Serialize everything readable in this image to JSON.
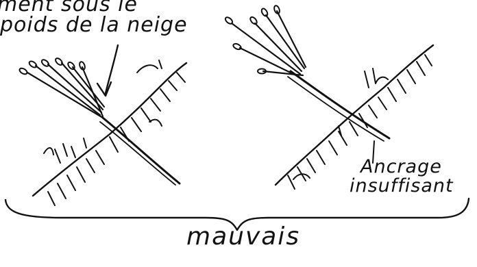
{
  "figure": {
    "left_caption_line1": "ment sous le",
    "left_caption_line2": "poids de la neige",
    "right_caption_line1": "Ancrage",
    "right_caption_line2": "insuffisant",
    "bottom_caption": "mauvais",
    "ink_color": "#111111",
    "background_color": "#ffffff"
  }
}
